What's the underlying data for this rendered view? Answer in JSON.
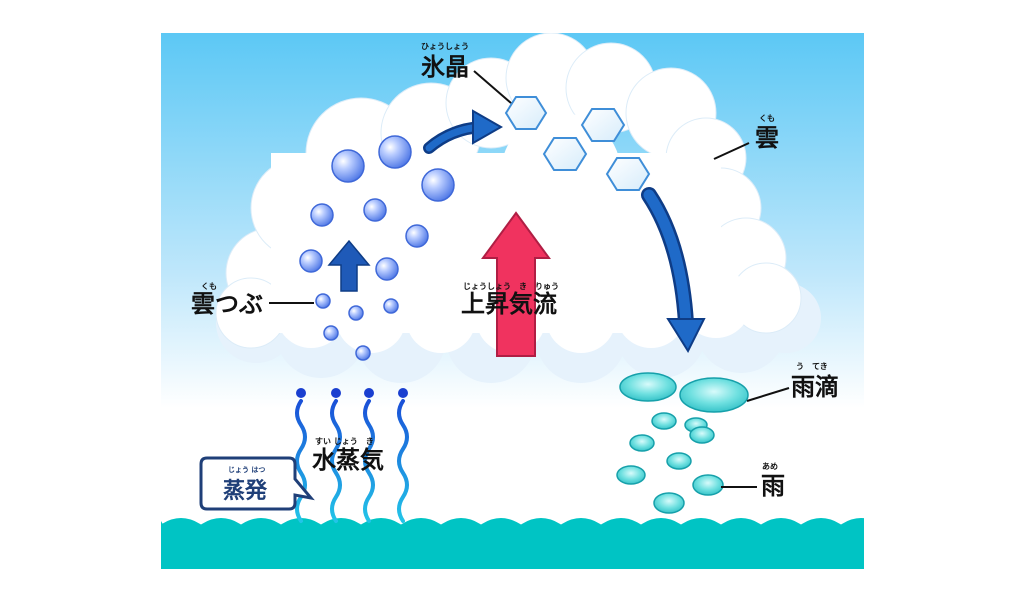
{
  "labels": {
    "ice_crystal": {
      "text": "氷晶",
      "ruby": "ひょうしょう"
    },
    "cloud": {
      "text": "雲",
      "ruby": "くも"
    },
    "cloud_droplet": {
      "text": "雲つぶ",
      "ruby": "くも"
    },
    "updraft": {
      "text": "上昇気流",
      "ruby": "じょうしょう　き　りゅう"
    },
    "raindrop": {
      "text": "雨滴",
      "ruby": "う　てき"
    },
    "rain": {
      "text": "雨",
      "ruby": "あめ"
    },
    "water_vapor": {
      "text": "水蒸気",
      "ruby": "すい じょう　き"
    },
    "evaporation": {
      "text": "蒸発",
      "ruby": "じょう はつ"
    }
  },
  "colors": {
    "sky_top": "#5cc8f5",
    "sky_bottom": "#ffffff",
    "sea": "#00c4c4",
    "updraft_arrow": "#f0335f",
    "flow_arrow": "#1a56a8",
    "droplet": "#6e96f0",
    "ice": "#9fd0f3",
    "rain": "#3fcfd2",
    "vapor": "#1f78e0"
  }
}
